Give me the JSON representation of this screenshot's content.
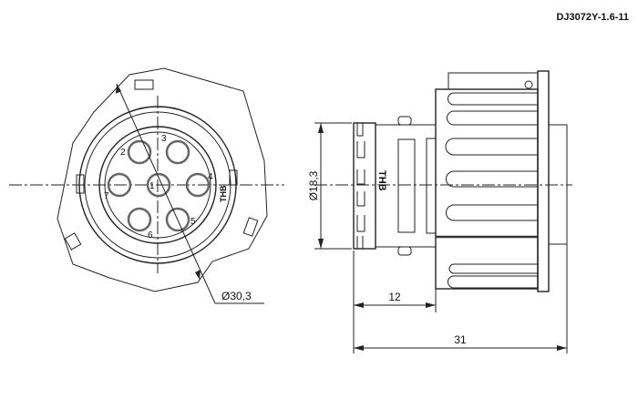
{
  "title": "DJ3072Y-1.6-11",
  "front_view": {
    "pin_labels": [
      "1",
      "2",
      "3",
      "4",
      "5",
      "6",
      "7"
    ],
    "marking": "THB",
    "diameter_label": "Ø30,3"
  },
  "side_view": {
    "marking": "THB",
    "diameter_label": "Ø18,3",
    "length_short_label": "12",
    "length_total_label": "31"
  }
}
